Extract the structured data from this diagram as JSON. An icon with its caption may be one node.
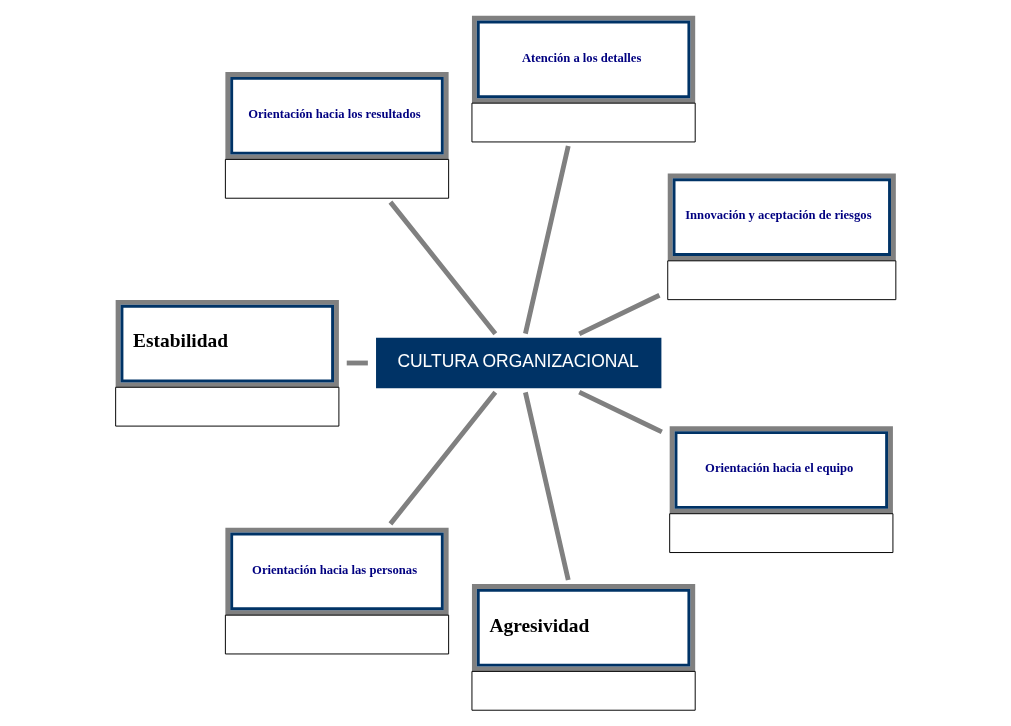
{
  "diagram": {
    "nodes": [
      {
        "text": [
          "CULTURA ORGANIZACIONAL"
        ]
      },
      {
        "text": [
          "Innovación y aceptación de riesgos"
        ]
      },
      {
        "text": [
          "Atención a los detalles"
        ]
      },
      {
        "text": [
          "Orientación hacia los resultados"
        ]
      },
      {
        "text": [
          "Estabilidad"
        ]
      },
      {
        "text": [
          "Orientación hacia las personas"
        ]
      },
      {
        "text": [
          "Agresividad"
        ]
      },
      {
        "text": [
          "Orientación hacia el equipo"
        ]
      }
    ],
    "edges": [
      {
        "from": 0,
        "to": 1,
        "arrow": "none"
      },
      {
        "from": 0,
        "to": 2,
        "arrow": "none"
      },
      {
        "from": 0,
        "to": 3,
        "arrow": "none"
      },
      {
        "from": 0,
        "to": 4,
        "arrow": "none"
      },
      {
        "from": 0,
        "to": 5,
        "arrow": "none"
      },
      {
        "from": 0,
        "to": 6,
        "arrow": "none"
      },
      {
        "from": 0,
        "to": 7,
        "arrow": "none"
      }
    ]
  }
}
